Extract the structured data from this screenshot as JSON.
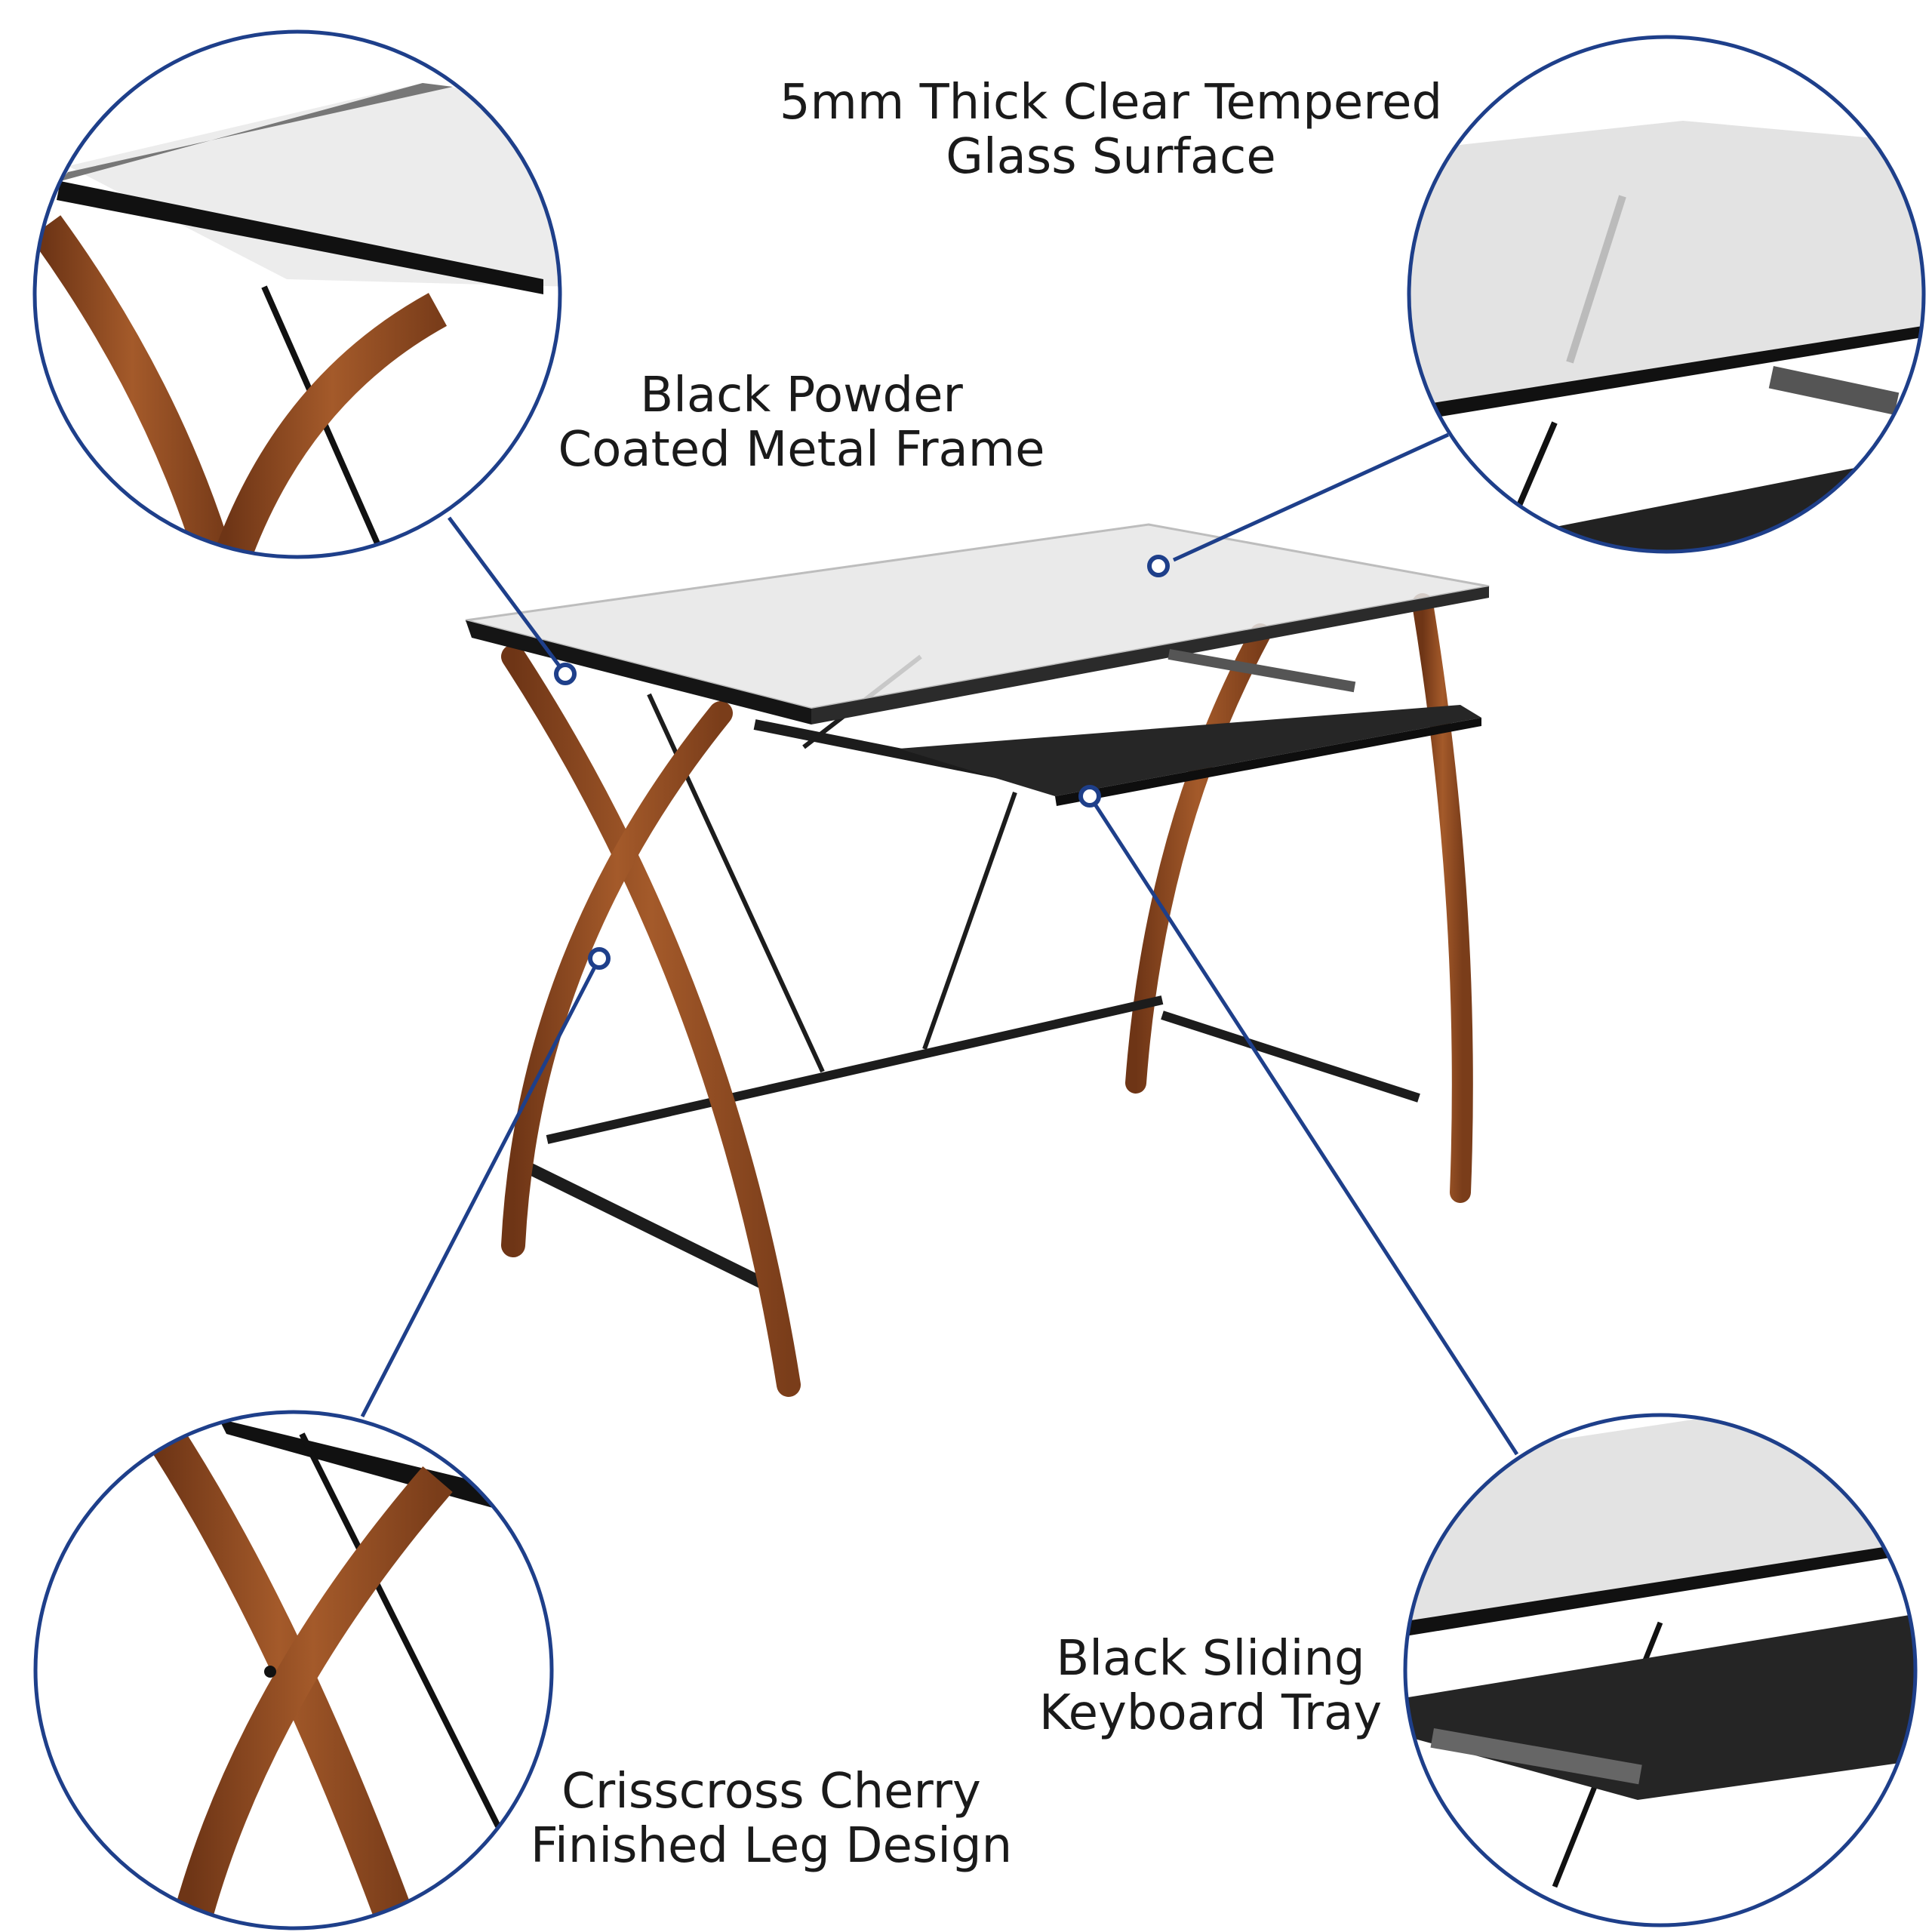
{
  "colors": {
    "accent_line": "#1e3f8a",
    "wood": "#8a4a22",
    "frame": "#1c1c1c",
    "glass": "#e4e4e4"
  },
  "callouts": {
    "glass": {
      "line1": "5mm Thick Clear Tempered",
      "line2": "Glass Surface"
    },
    "frame": {
      "line1": "Black Powder",
      "line2": "Coated Metal Frame"
    },
    "tray": {
      "line1": "Black Sliding",
      "line2": "Keyboard Tray"
    },
    "legs": {
      "line1": "Crisscross Cherry",
      "line2": "Finished Leg Design"
    }
  }
}
